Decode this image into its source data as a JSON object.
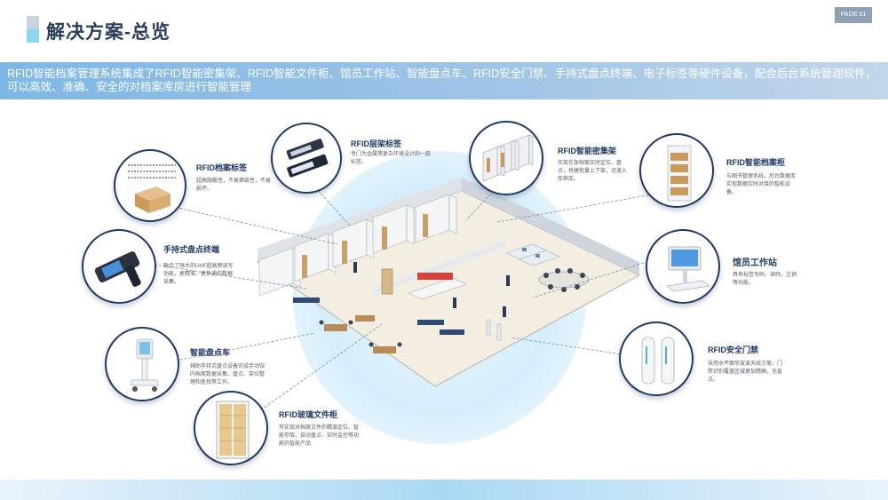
{
  "header": {
    "title": "解决方案-总览",
    "page_badge": "PAGE 01"
  },
  "intro": {
    "line1": "RFID智能档案管理系统集成了RFID智能密集架、RFID智能文件柜、馆员工作站、智能盘点车、RFID安全门禁、手持式盘点终端、电子标签等硬件设备，配合后台系统管理软件，",
    "line2": "可以高效、准确、安全的对档案库房进行智能管理"
  },
  "callouts": {
    "archive_tag": {
      "title": "RFID档案标签",
      "desc": "超高隐蔽性，不易撕毁性，不易损坏。"
    },
    "shelf_tag": {
      "title": "RFID层架标签",
      "desc": "专门为金属等复杂环境设计的一款标签。"
    },
    "dense_rack": {
      "title": "RFID智能密集架",
      "desc": "实现在架档案实时定位、盘点，快捷批量上下架，迅速入库移库。"
    },
    "archive_cabinet": {
      "title": "RFID智能档案柜",
      "desc": "与图书管理系统，后台数据库实现数据实时对接的智能设备。"
    },
    "handheld": {
      "title": "手持式盘点终端",
      "desc": "融合了强大的UHF超高频读写功能，更精准、更快速的数据采集。"
    },
    "workstation": {
      "title": "馆员工作站",
      "desc": "具有标签写码、读码、注销等功能。"
    },
    "cart": {
      "title": "智能盘点车",
      "desc": "辅助手持式盘点设备完成手动馆内档案数据采集、盘点、架位整理和查找等工作。"
    },
    "gate": {
      "title": "RFID安全门禁",
      "desc": "采用水平面窄波束天线方案，门禁识别覆盖区域更加精确，无盲点。"
    },
    "glass_cabinet": {
      "title": "RFID玻璃文件柜",
      "desc": "可实现对档案文件的精准定位、智能存取、自动盘点、实时监控等功能的智能产品"
    }
  },
  "colors": {
    "accent_navy": "#1f3a64",
    "band_blue": "#7eb7e6",
    "halo_blue": "#d5eefb"
  }
}
